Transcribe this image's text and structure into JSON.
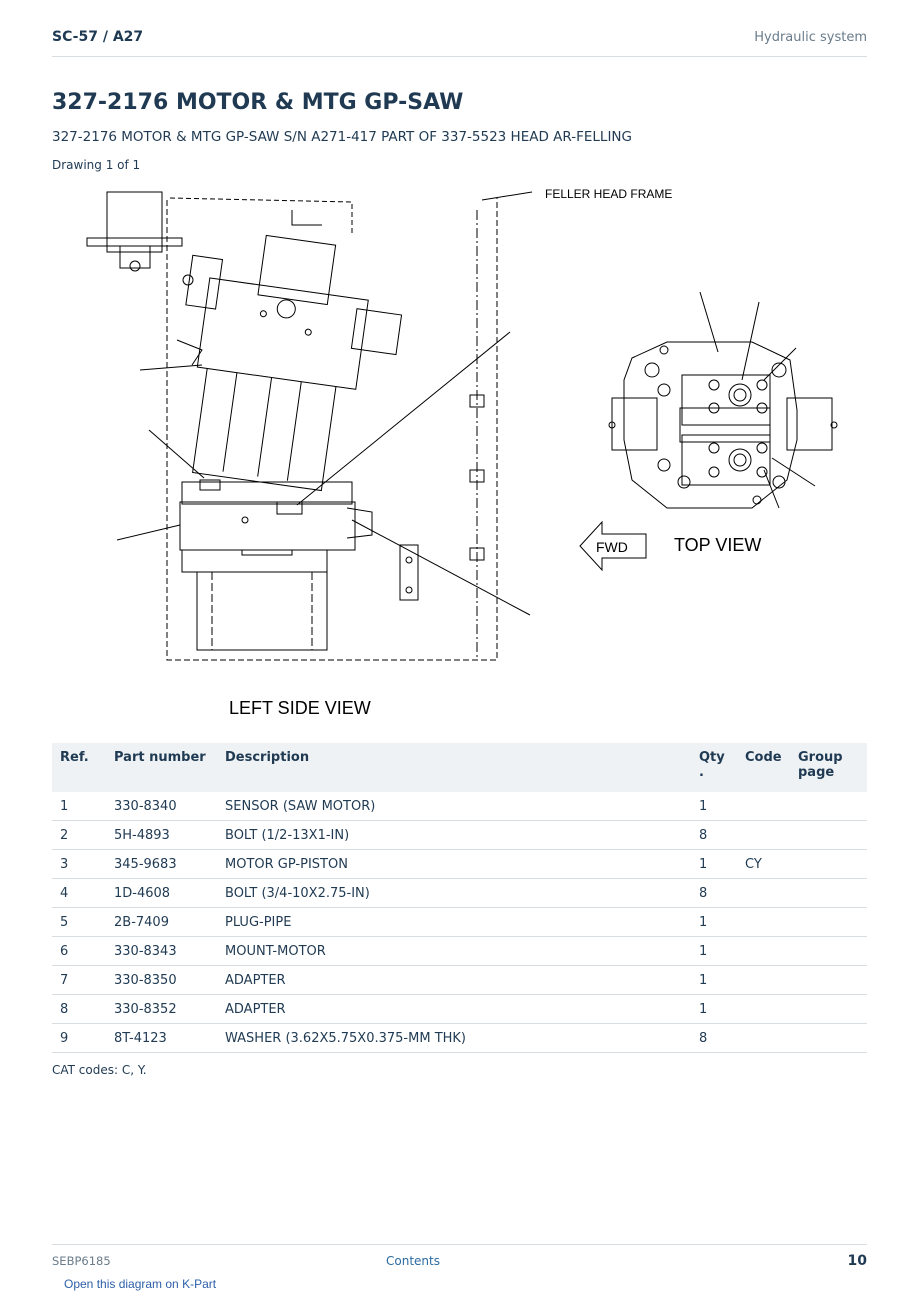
{
  "header": {
    "code": "SC-57  /  A27",
    "section": "Hydraulic system"
  },
  "title": "327-2176 MOTOR & MTG GP-SAW",
  "subtitle": "327-2176 MOTOR & MTG GP-SAW S/N A271-417 PART OF 337-5523 HEAD AR-FELLING",
  "drawing_label": "Drawing 1 of 1",
  "diagram": {
    "frame_label": "FELLER HEAD FRAME",
    "fwd_label": "FWD",
    "top_view_label": "TOP VIEW",
    "left_view_label": "LEFT SIDE VIEW"
  },
  "table": {
    "headers": {
      "ref": "Ref.",
      "part_number": "Part number",
      "description": "Description",
      "qty": "Qty .",
      "code": "Code",
      "group_page": "Group page"
    },
    "rows": [
      {
        "ref": "1",
        "part_number": "330-8340",
        "description": "SENSOR (SAW MOTOR)",
        "qty": "1",
        "code": "",
        "group_page": ""
      },
      {
        "ref": "2",
        "part_number": "5H-4893",
        "description": "BOLT (1/2-13X1-IN)",
        "qty": "8",
        "code": "",
        "group_page": ""
      },
      {
        "ref": "3",
        "part_number": "345-9683",
        "description": "MOTOR GP-PISTON",
        "qty": "1",
        "code": "CY",
        "group_page": ""
      },
      {
        "ref": "4",
        "part_number": "1D-4608",
        "description": "BOLT (3/4-10X2.75-IN)",
        "qty": "8",
        "code": "",
        "group_page": ""
      },
      {
        "ref": "5",
        "part_number": "2B-7409",
        "description": "PLUG-PIPE",
        "qty": "1",
        "code": "",
        "group_page": ""
      },
      {
        "ref": "6",
        "part_number": "330-8343",
        "description": "MOUNT-MOTOR",
        "qty": "1",
        "code": "",
        "group_page": ""
      },
      {
        "ref": "7",
        "part_number": "330-8350",
        "description": "ADAPTER",
        "qty": "1",
        "code": "",
        "group_page": ""
      },
      {
        "ref": "8",
        "part_number": "330-8352",
        "description": "ADAPTER",
        "qty": "1",
        "code": "",
        "group_page": ""
      },
      {
        "ref": "9",
        "part_number": "8T-4123",
        "description": "WASHER (3.62X5.75X0.375-MM THK)",
        "qty": "8",
        "code": "",
        "group_page": ""
      }
    ]
  },
  "cat_codes": "CAT codes: C, Y.",
  "footer": {
    "doc_id": "SEBP6185",
    "contents_link": "Contents",
    "page_number": "10",
    "kpart_link": "Open this diagram on K-Part"
  }
}
